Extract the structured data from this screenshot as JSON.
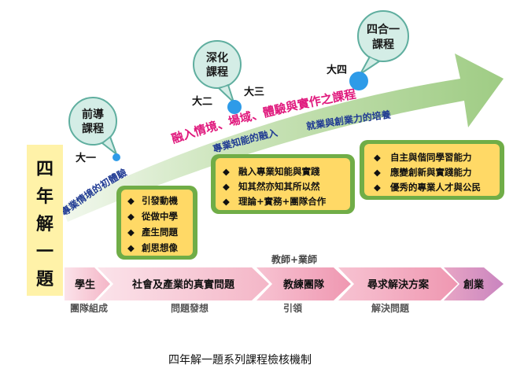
{
  "vertical_title": [
    "四",
    "年",
    "解",
    "一",
    "題"
  ],
  "bubbles": [
    {
      "lines": [
        "前導",
        "課程"
      ]
    },
    {
      "lines": [
        "深化",
        "課程"
      ]
    },
    {
      "lines": [
        "四合一",
        "課程"
      ]
    }
  ],
  "years": [
    "大一",
    "大二",
    "大三",
    "大四"
  ],
  "arrow_main_title": "融入情境、場域、體驗與實作之課程",
  "stage_labels": [
    "專業情境的初體驗",
    "專業知能的融入",
    "就業與創業力的培養"
  ],
  "boxes": [
    {
      "items": [
        "引發動機",
        "從做中學",
        "產生問題",
        "創思想像"
      ]
    },
    {
      "items": [
        "融入專業知能與實踐",
        "知其然亦知其所以然",
        "理論+實務+團隊合作"
      ]
    },
    {
      "items": [
        "自主與偕同學習能力",
        "應變創新與實踐能力",
        "優秀的專業人才與公民"
      ]
    }
  ],
  "bullet_symbol": "◆",
  "flow_steps": [
    "學生",
    "社會及產業的真實問題",
    "教練團隊",
    "尋求解決方案",
    "創業"
  ],
  "flow_above_label": "教師+業師",
  "flow_under_labels": [
    "團隊組成",
    "問題發想",
    "引領",
    "解決問題"
  ],
  "caption": "四年解一題系列課程檢核機制",
  "colors": {
    "arrow_green": "#a9d18e",
    "bubble_fill": "#d4ede6",
    "bubble_stroke": "#5fae9f",
    "box_fill": "#ffd966",
    "box_border": "#70ad47",
    "left_panel": "#fff2a8",
    "dot_blue": "#2e9be8",
    "main_title": "#e0197d",
    "sub_title": "#1f3a93"
  }
}
